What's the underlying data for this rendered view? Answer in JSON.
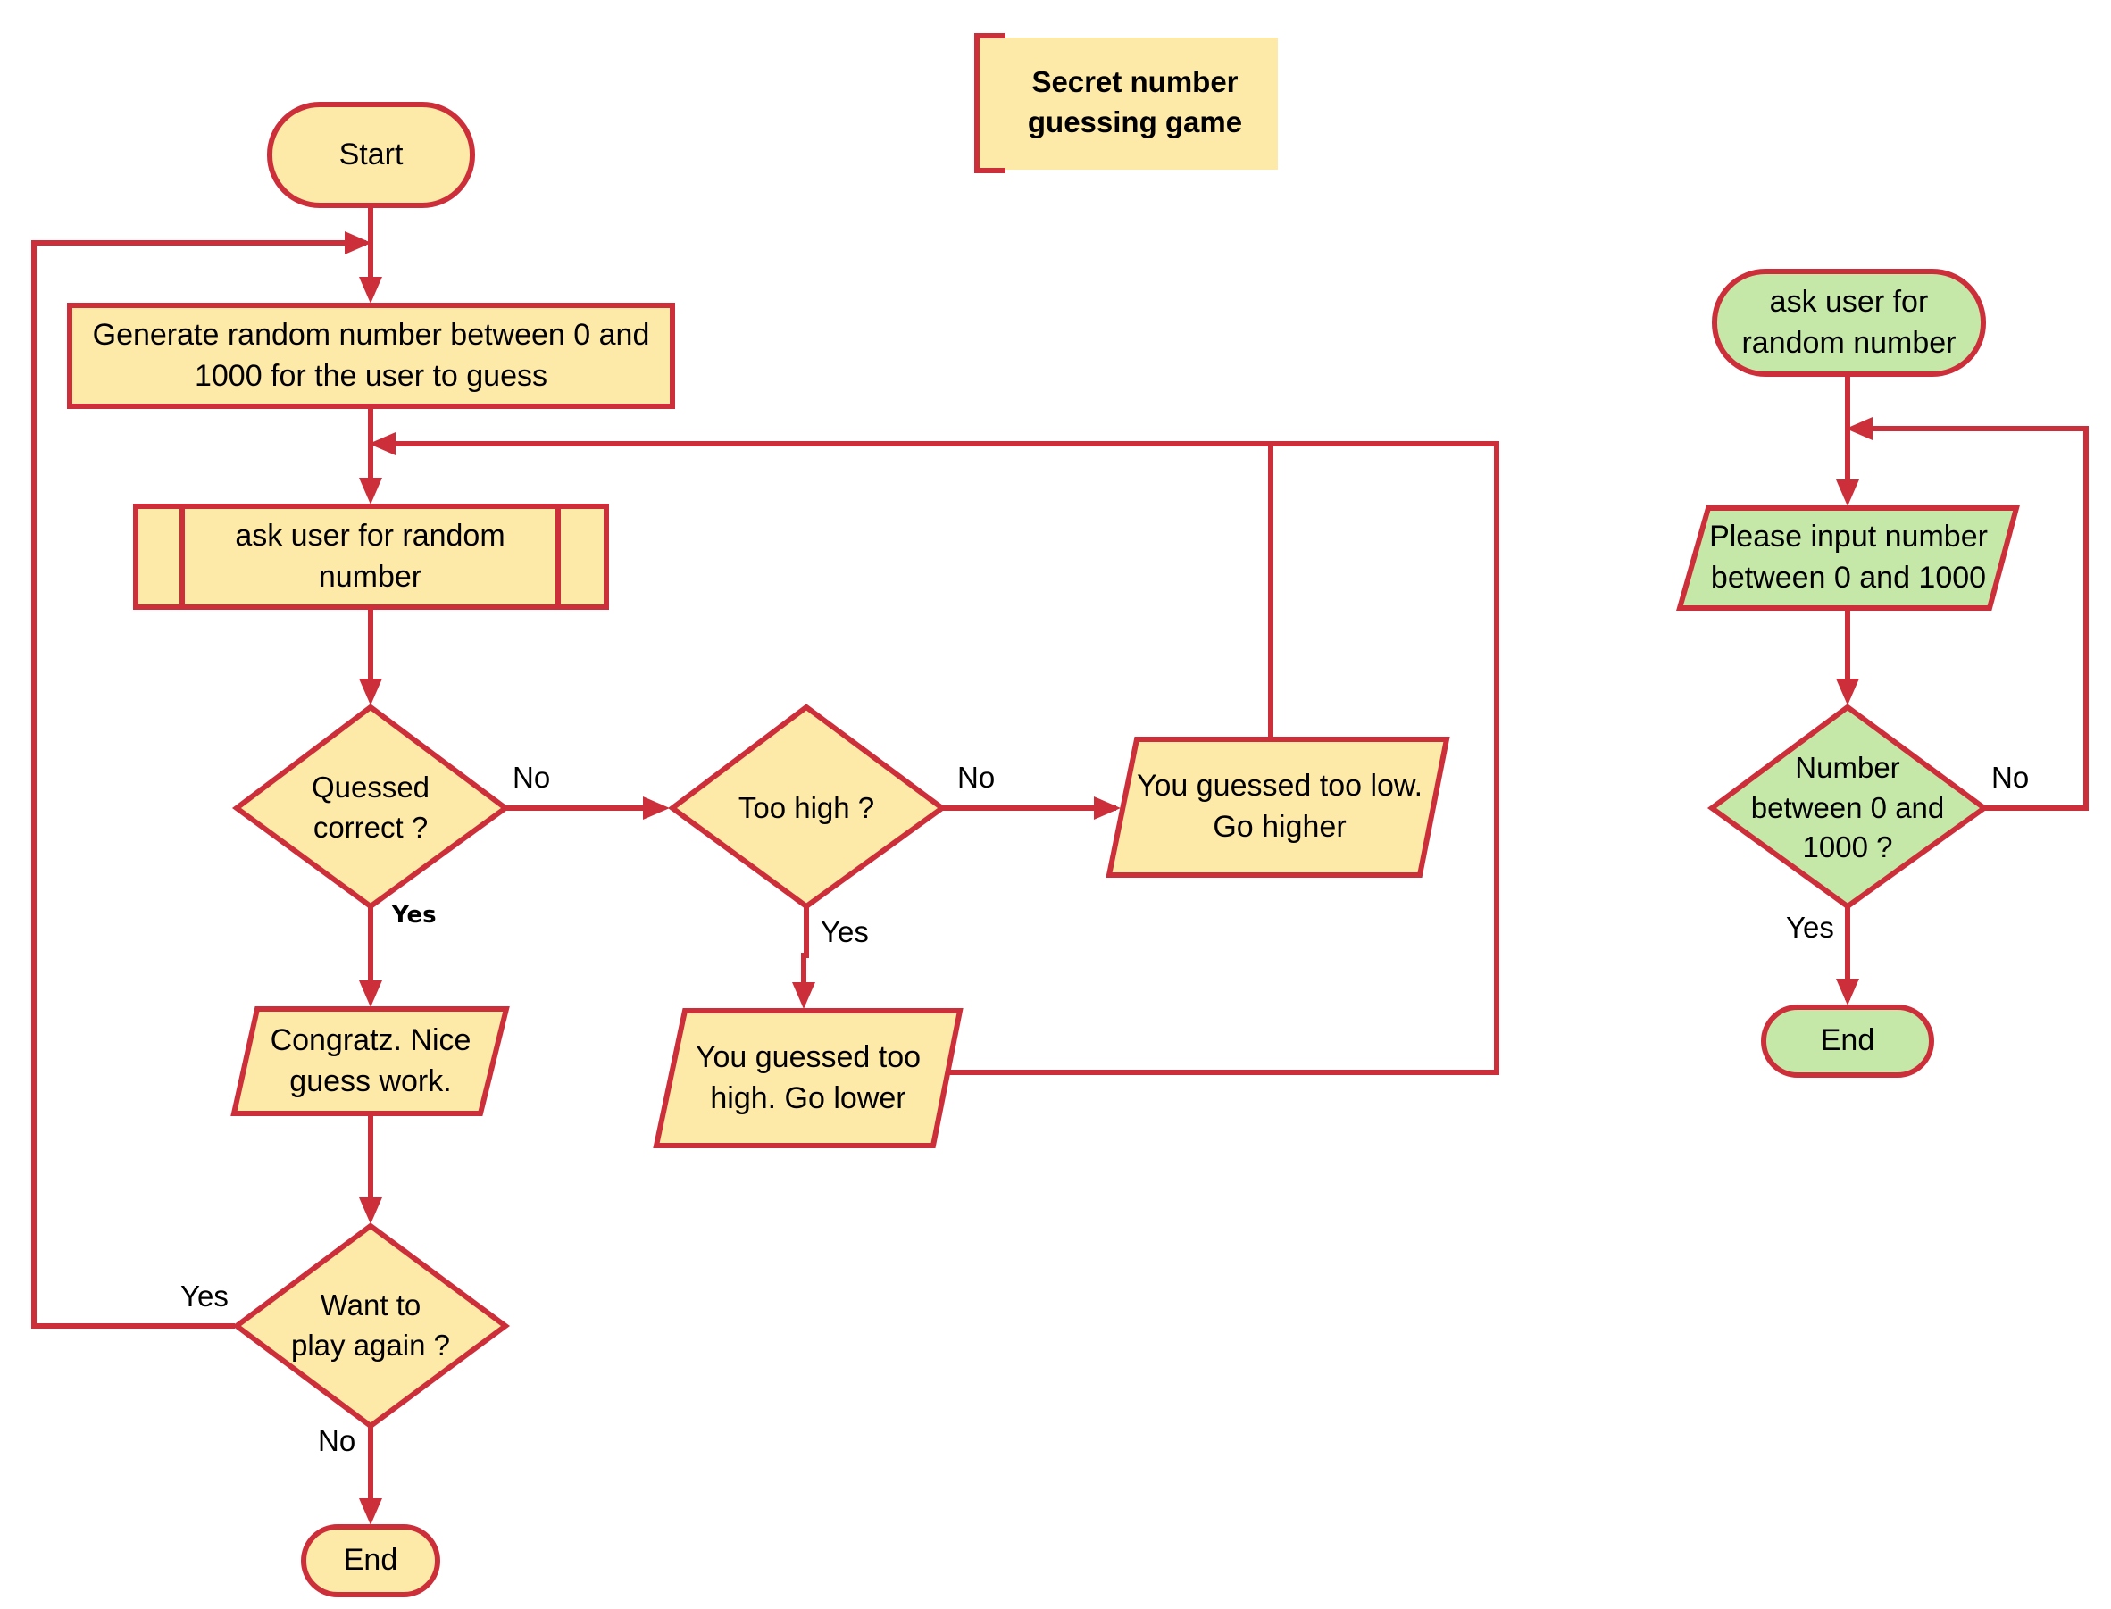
{
  "colors": {
    "stroke": "#cc2f3a",
    "yellow_fill": "#fde9a8",
    "green_fill": "#c5e8a9",
    "note_fill": "#fde9a8"
  },
  "main": {
    "title": "Secret number\nguessing game",
    "start": "Start",
    "generate": "Generate random number between 0 and\n1000 for the user to guess",
    "ask_subprocess": "ask user for random\nnumber",
    "decision_correct": "Quessed\ncorrect ?",
    "decision_high": "Too high ?",
    "out_too_low": "You guessed too low.\nGo higher",
    "out_too_high": "You guessed too\nhigh. Go lower",
    "out_congrats": "Congratz. Nice\nguess work.",
    "decision_again": "Want to\nplay again ?",
    "end": "End",
    "edge_no_1": "No",
    "edge_no_2": "No",
    "edge_yes_correct": "Yes",
    "edge_yes_high": "Yes",
    "edge_yes_again": "Yes",
    "edge_no_again": "No"
  },
  "sub": {
    "start": "ask user for\nrandom number",
    "input": "Please input number\nbetween 0 and 1000",
    "decision": "Number\nbetween 0 and\n1000 ?",
    "end": "End",
    "edge_no": "No",
    "edge_yes": "Yes"
  }
}
